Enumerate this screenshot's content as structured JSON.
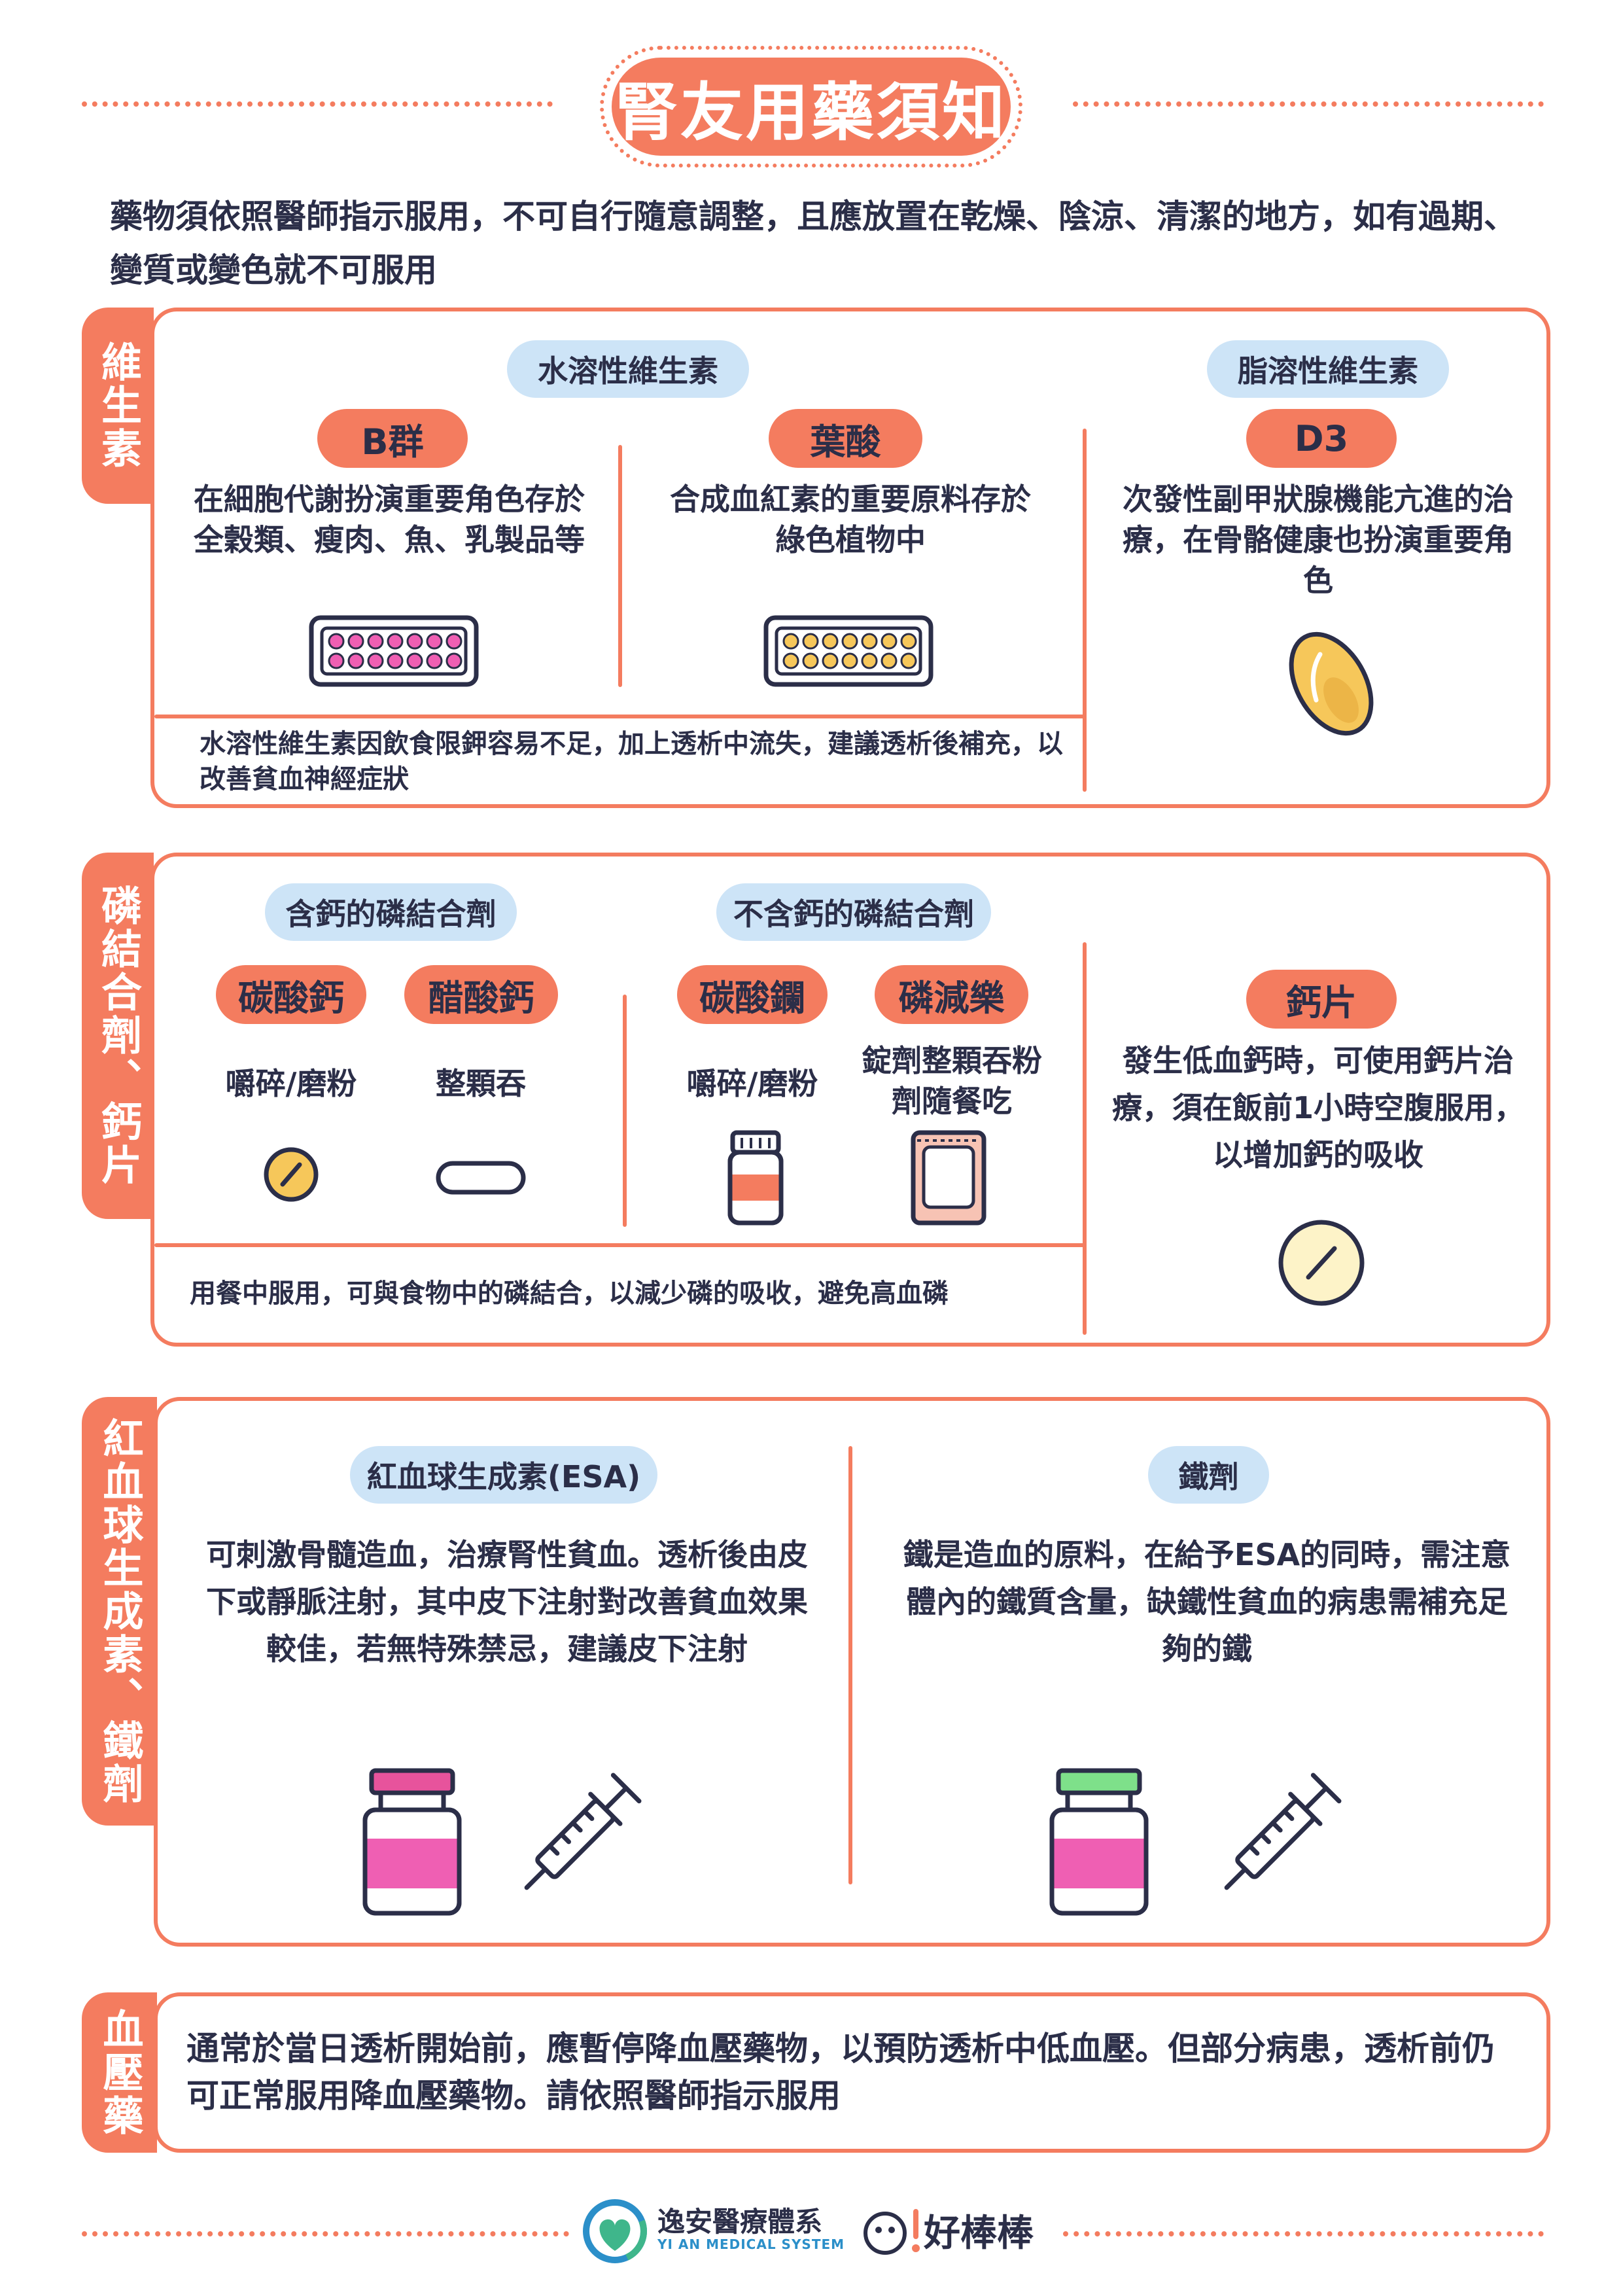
{
  "header": {
    "title": "腎友用藥須知",
    "intro": "藥物須依照醫師指示服用，不可自行隨意調整，且應放置在乾燥、陰涼、清潔的地方，如有過期、變質或變色就不可服用"
  },
  "vitamins": {
    "tab": "維生素",
    "water_soluble_label": "水溶性維生素",
    "fat_soluble_label": "脂溶性維生素",
    "b_group": {
      "name": "B群",
      "desc": "在細胞代謝扮演重要角色存於全穀類、瘦肉、魚、乳製品等"
    },
    "folic_acid": {
      "name": "葉酸",
      "desc": "合成血紅素的重要原料存於綠色植物中"
    },
    "d3": {
      "name": "D3",
      "desc": "次發性副甲狀腺機能亢進的治療，在骨骼健康也扮演重要角色"
    },
    "note": "水溶性維生素因飲食限鉀容易不足，加上透析中流失，建議透析後補充，以改善貧血神經症狀"
  },
  "phosphate": {
    "tab": "磷結合劑、鈣片",
    "calcium_based_label": "含鈣的磷結合劑",
    "non_calcium_label": "不含鈣的磷結合劑",
    "calcium_carbonate": {
      "name": "碳酸鈣",
      "desc": "嚼碎/磨粉"
    },
    "calcium_acetate": {
      "name": "醋酸鈣",
      "desc": "整顆吞"
    },
    "lanthanum_carbonate": {
      "name": "碳酸鑭",
      "desc": "嚼碎/磨粉"
    },
    "sevelamer": {
      "name": "磷減樂",
      "desc": "錠劑整顆吞粉劑隨餐吃"
    },
    "calcium_tablet": {
      "name": "鈣片",
      "desc": "發生低血鈣時，可使用鈣片治療，須在飯前1小時空腹服用，以增加鈣的吸收"
    },
    "note": "用餐中服用，可與食物中的磷結合，以減少磷的吸收，避免高血磷"
  },
  "esa": {
    "tab": "紅血球生成素、鐵劑",
    "esa": {
      "label": "紅血球生成素(ESA)",
      "desc": "可刺激骨髓造血，治療腎性貧血。透析後由皮下或靜脈注射，其中皮下注射對改善貧血效果較佳，若無特殊禁忌，建議皮下注射"
    },
    "iron": {
      "label": "鐵劑",
      "desc": "鐵是造血的原料，在給予ESA的同時，需注意體內的鐵質含量，缺鐵性貧血的病患需補充足夠的鐵"
    }
  },
  "bp": {
    "tab": "血壓藥",
    "desc": "通常於當日透析開始前，應暫停降血壓藥物，以預防透析中低血壓。但部分病患，透析前仍可正常服用降血壓藥物。請依照醫師指示服用"
  },
  "footer": {
    "org_name": "逸安醫療體系",
    "org_name_en": "YI AN MEDICAL SYSTEM",
    "brand": "好棒棒"
  },
  "colors": {
    "accent": "#f47c5f",
    "blue_pill": "#cde4f7",
    "text": "#2b2e48",
    "pink": "#ef5fb3",
    "magenta": "#e7539c",
    "green": "#7ee08a"
  }
}
